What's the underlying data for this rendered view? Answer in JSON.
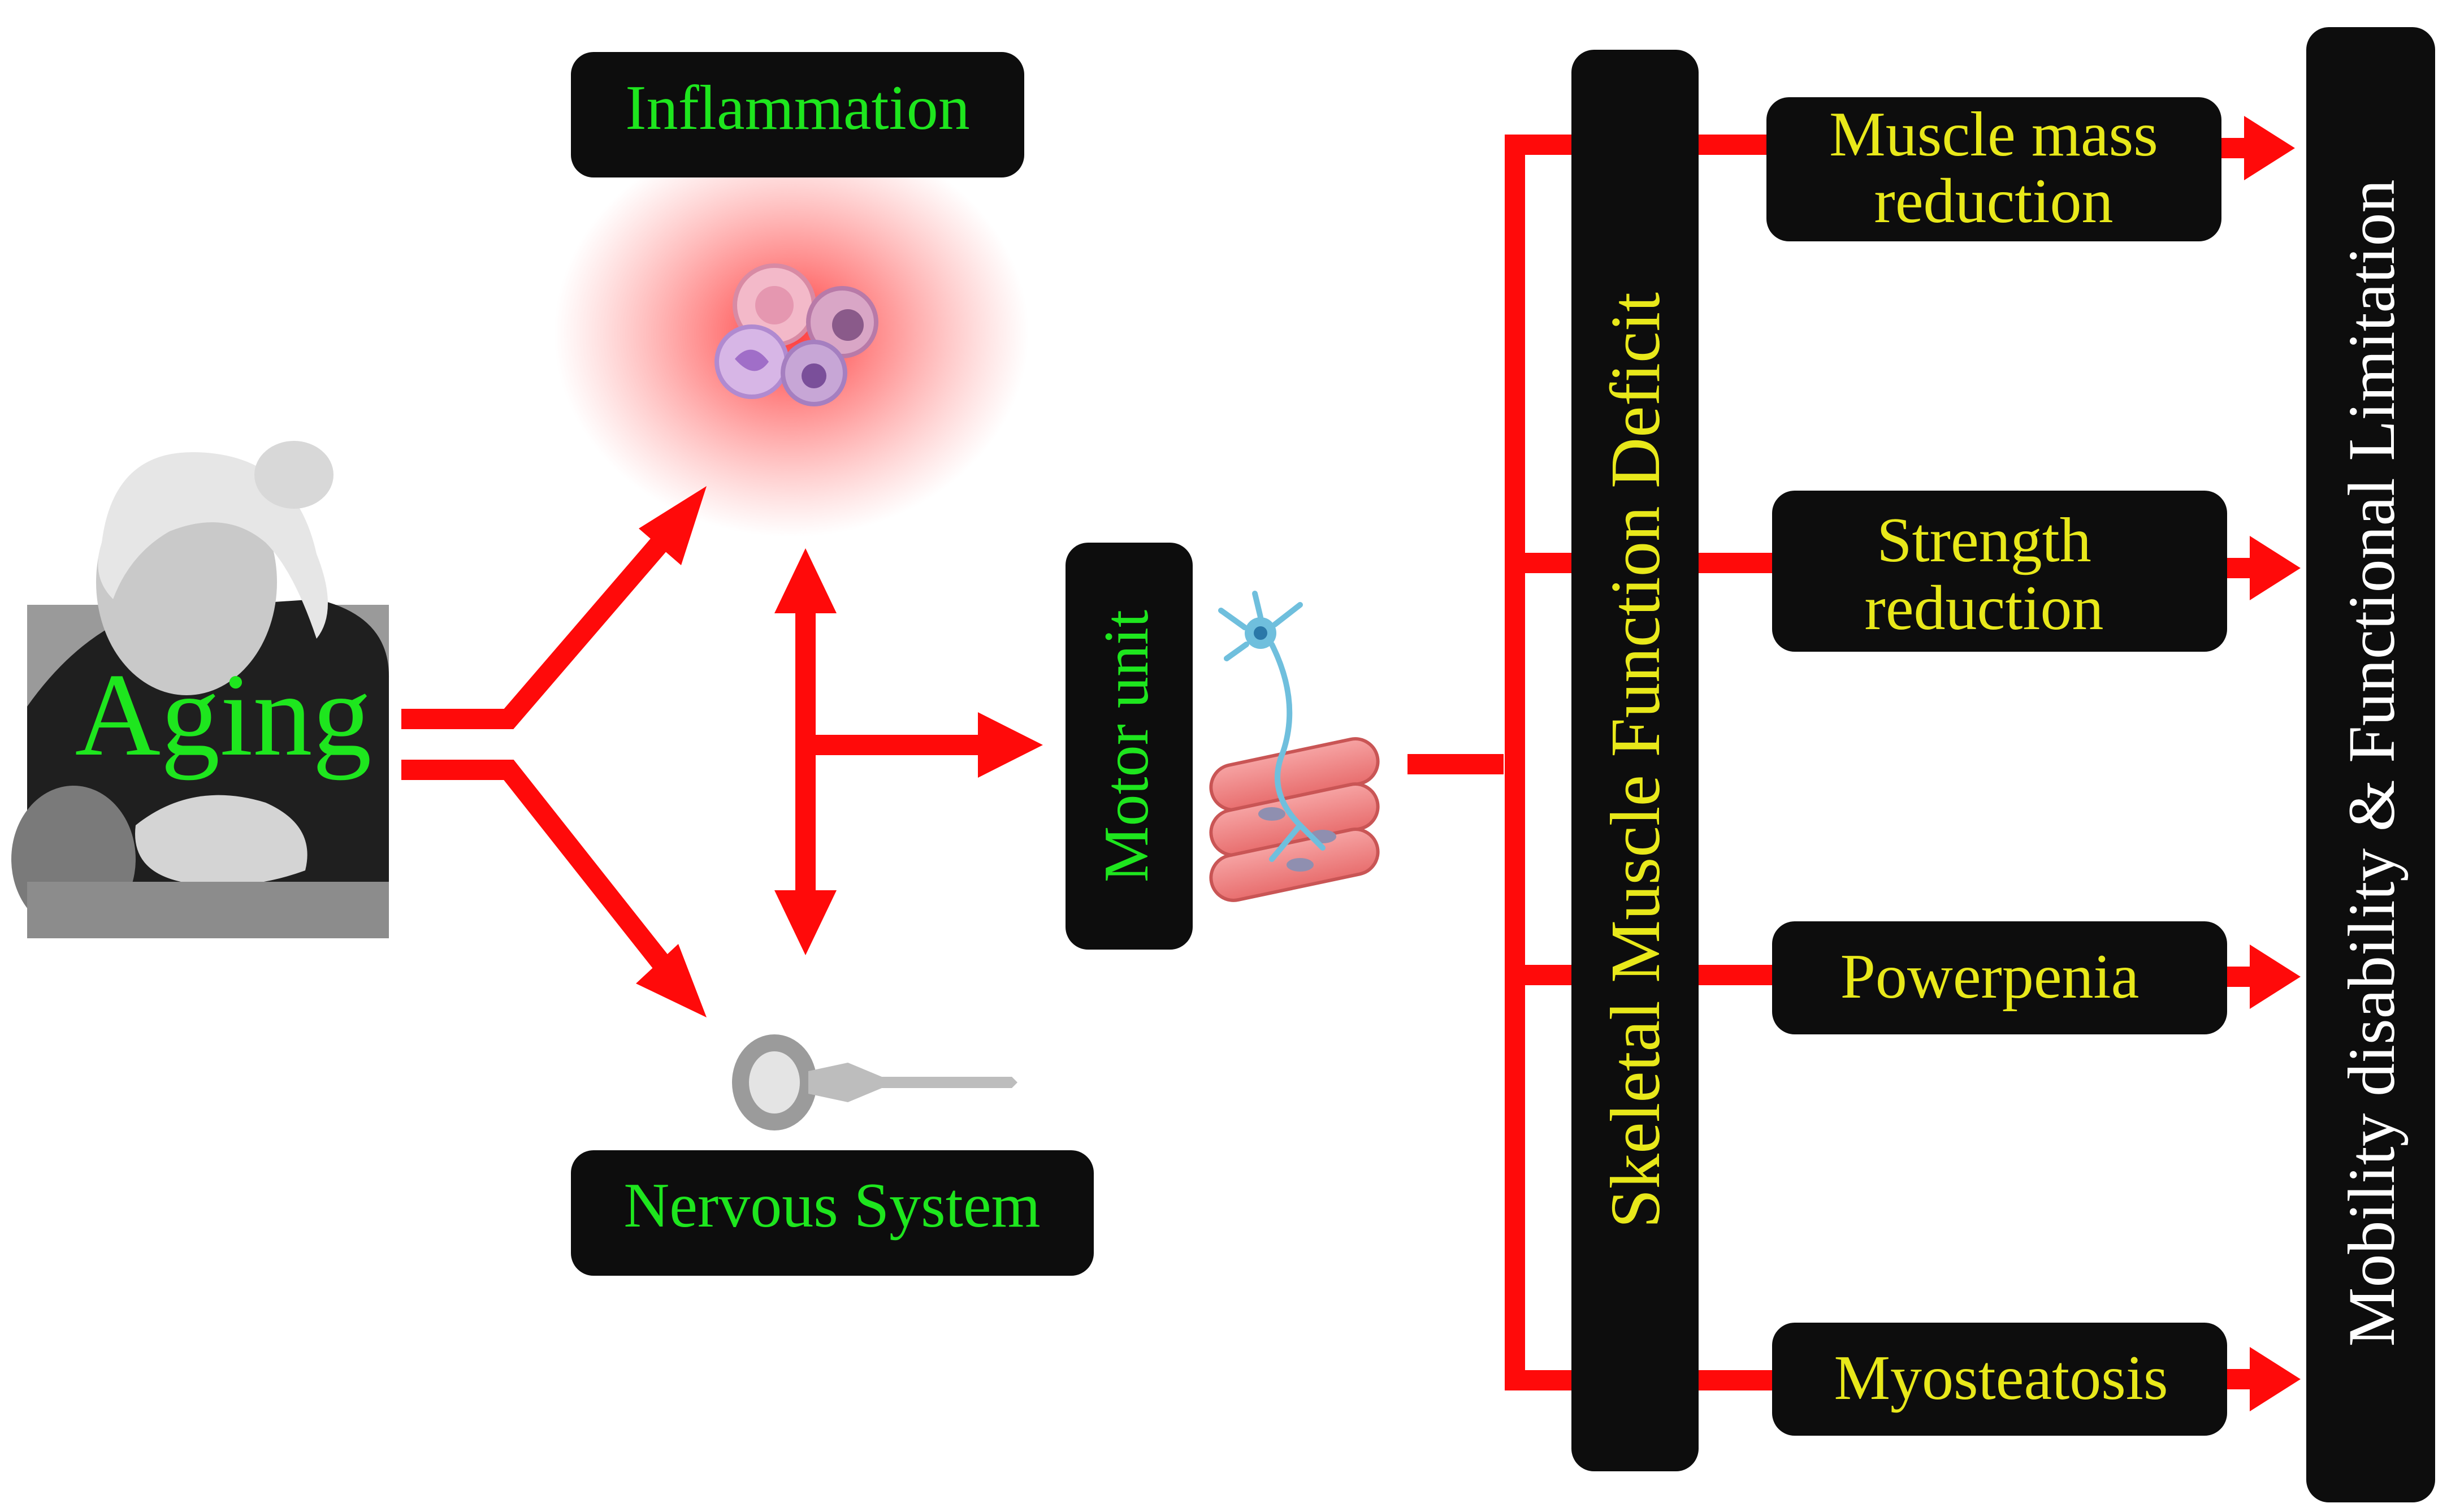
{
  "aging": {
    "label": "Aging"
  },
  "inflammation": {
    "label": "Inflammation"
  },
  "nervous_system": {
    "label": "Nervous System"
  },
  "motor_unit": {
    "label": "Motor unit"
  },
  "deficit": {
    "label": "Skeletal Muscle Function Deficit"
  },
  "outcomes": [
    {
      "line1": "Muscle mass",
      "line2": "reduction"
    },
    {
      "line1": "Strength",
      "line2": "reduction"
    },
    {
      "line1": "Powerpenia",
      "line2": ""
    },
    {
      "line1": "Myosteatosis",
      "line2": ""
    }
  ],
  "result": {
    "label": "Mobility disability & Functional Limitation"
  },
  "colors": {
    "arrow": "#ff0a0a",
    "box": "#0d0d0d",
    "green_text": "#1ee61e",
    "yellow_text": "#e8e81a",
    "white_text": "#ffffff"
  }
}
